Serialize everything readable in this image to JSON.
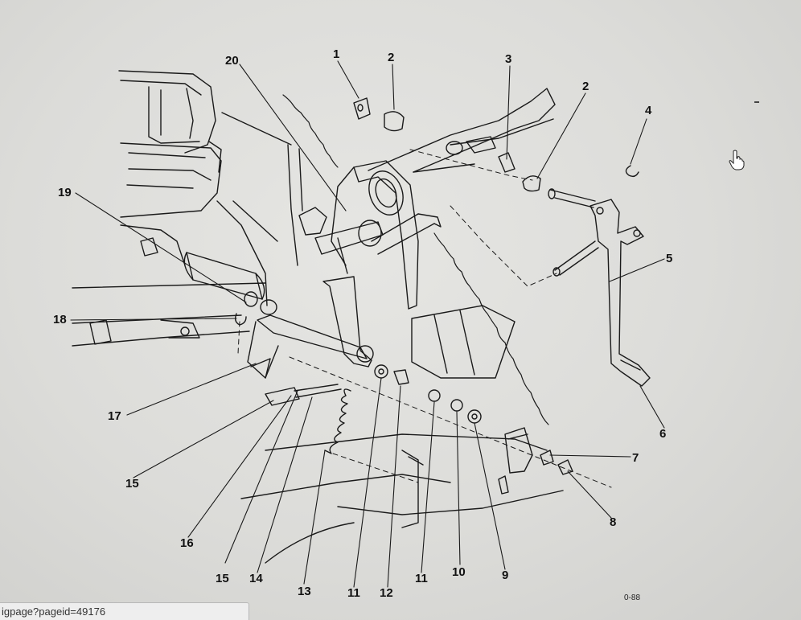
{
  "diagram": {
    "figure_ref": "0-88",
    "callouts": {
      "c1": "1",
      "c2a": "2",
      "c3": "3",
      "c2b": "2",
      "c4": "4",
      "c5": "5",
      "c6": "6",
      "c7": "7",
      "c8": "8",
      "c9": "9",
      "c10": "10",
      "c11a": "11",
      "c12": "12",
      "c11b": "11",
      "c13": "13",
      "c14": "14",
      "c15a": "15",
      "c16": "16",
      "c15b": "15",
      "c17": "17",
      "c18": "18",
      "c19": "19",
      "c20": "20"
    }
  },
  "status_bar": {
    "url": "igpage?pageid=49176"
  },
  "icons": {
    "cursor": "hand-pointer-icon"
  }
}
